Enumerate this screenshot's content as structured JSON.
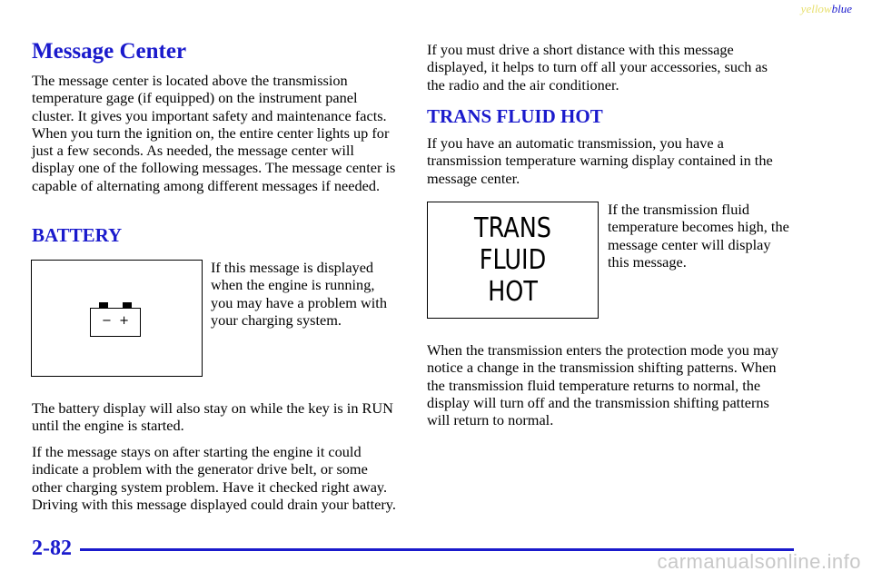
{
  "header": {
    "tag_yellow": "yellow",
    "tag_blue": "blue"
  },
  "message_center": {
    "title": "Message Center",
    "intro": "The message center is located above the transmission temperature gage (if equipped) on the instrument panel cluster. It gives you important safety and maintenance facts. When you turn the ignition on, the entire center lights up for just a few seconds. As needed, the message center will display one of the following messages. The message center is capable of alternating among different messages if needed."
  },
  "battery": {
    "heading": "BATTERY",
    "icon_minus": "−",
    "icon_plus": "+",
    "side_text": "If this message is displayed when the engine is running, you may have a problem with your charging system.",
    "para1": "The battery display will also stay on while the key is in RUN until the engine is started.",
    "para2": "If the message stays on after starting the engine it could indicate a problem with the generator drive belt, or some other charging system problem. Have it checked right away. Driving with this message displayed could drain your battery."
  },
  "right_intro": "If you must drive a short distance with this message displayed, it helps to turn off all your accessories, such as the radio and the air conditioner.",
  "trans": {
    "heading": "TRANS FLUID HOT",
    "intro": "If you have an automatic transmission, you have a transmission temperature warning display contained in the message center.",
    "display_line1": "TRANS",
    "display_line2": "FLUID",
    "display_line3": "HOT",
    "side_text": "If the transmission fluid temperature becomes high, the message center will display this message.",
    "para": "When the transmission enters the protection mode you may notice a change in the transmission shifting patterns. When the transmission fluid temperature returns to normal, the display will turn off and the transmission shifting patterns will return to normal."
  },
  "footer": {
    "page_number": "2-82",
    "watermark": "carmanualsonline.info"
  },
  "colors": {
    "heading": "#1a1acc",
    "tag_yellow": "#e8e070"
  }
}
